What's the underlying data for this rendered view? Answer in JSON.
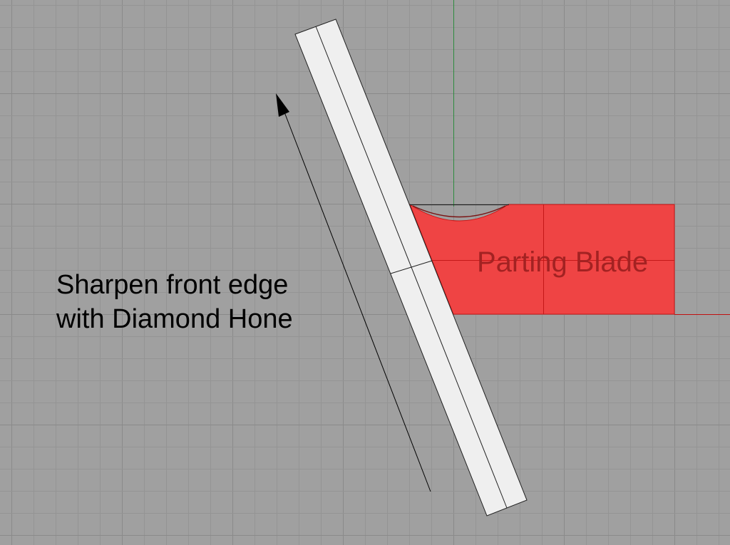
{
  "labels": {
    "instruction_line_1": "Sharpen front edge",
    "instruction_line_2": "with Diamond Hone",
    "blade_label": "Parting Blade"
  },
  "colors": {
    "background": "#a0a0a0",
    "grid_minor": "#949494",
    "grid_major": "#8a8a8a",
    "y_axis": "#2e8b3e",
    "x_axis": "#c01010",
    "blade_fill": "#ef4444",
    "blade_outline": "#c81818",
    "blade_label": "#a32222",
    "hone_fill": "#efefef",
    "hone_outline": "#202020",
    "arrow": "#000000"
  }
}
